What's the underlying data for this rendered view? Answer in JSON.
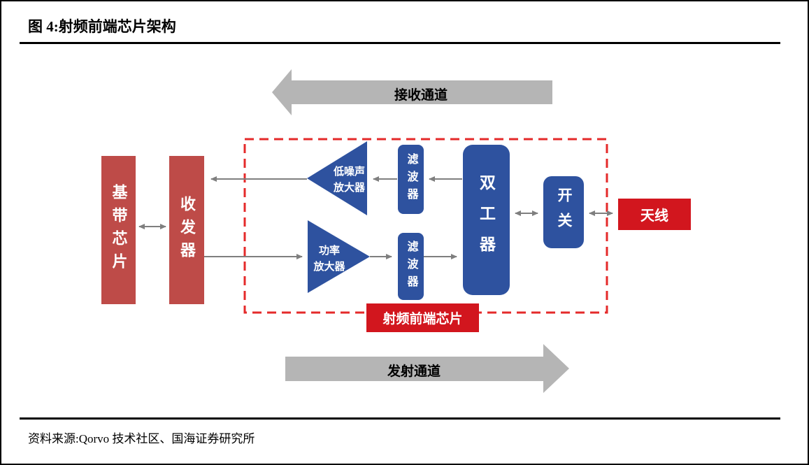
{
  "figure": {
    "title": "图 4:射频前端芯片架构",
    "source": "资料来源:Qorvo 技术社区、国海证券研究所"
  },
  "diagram": {
    "receive_channel": "接收通道",
    "transmit_channel": "发射通道",
    "rf_frontend_chip": "射频前端芯片",
    "baseband": "基带芯片",
    "transceiver": "收发器",
    "lna_line1": "低噪声",
    "lna_line2": "放大器",
    "pa_line1": "功率",
    "pa_line2": "放大器",
    "filter_rx": "滤波器",
    "filter_tx": "滤波器",
    "duplexer": "双工器",
    "switch": "开关",
    "antenna": "天线"
  },
  "colors": {
    "background": "#FFFFFF",
    "rule_black": "#000000",
    "brick_red": "#BE4B48",
    "bright_red": "#D2161E",
    "dashed_border_red": "#E42A2A",
    "block_blue": "#2E529F",
    "channel_arrow_gray": "#B5B5B5",
    "connector_gray": "#7F7F7F"
  }
}
